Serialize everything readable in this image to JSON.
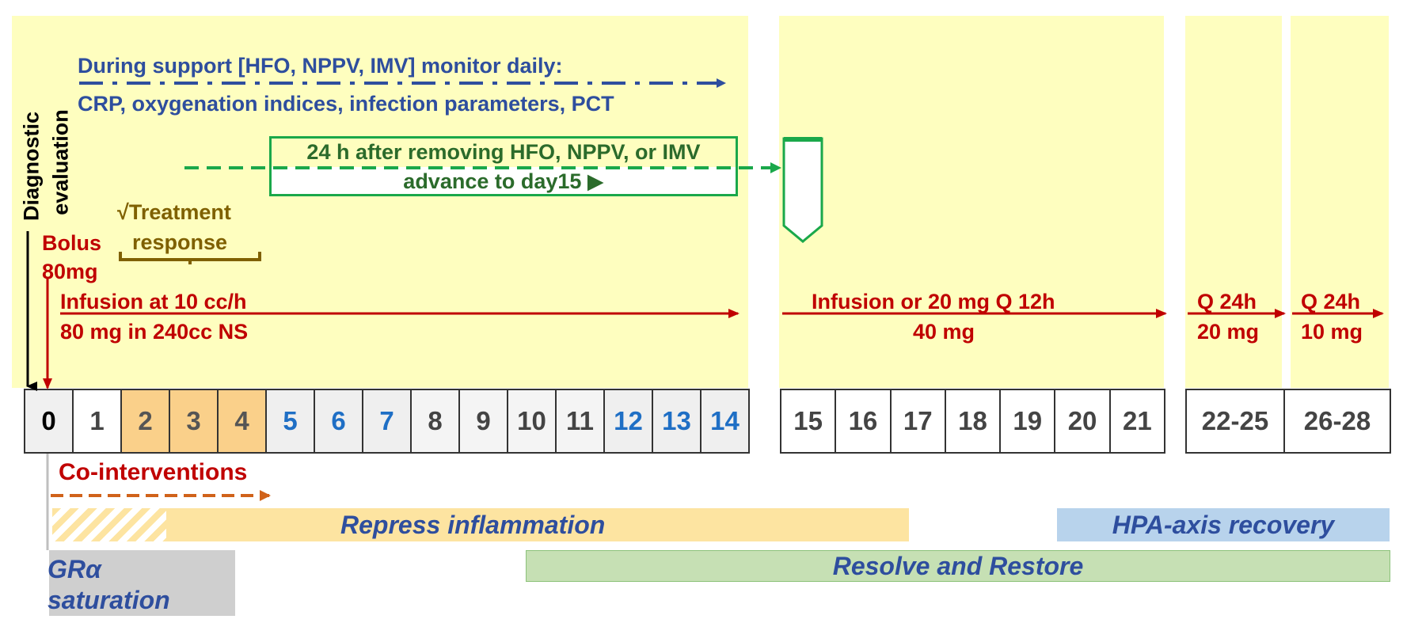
{
  "top_label": {
    "monitor_line1": "During support [HFO, NPPV, IMV] monitor daily:",
    "monitor_line2": "CRP, oxygenation indices, infection parameters, PCT"
  },
  "green_box": {
    "line1": "24 h after removing HFO, NPPV, or IMV",
    "line2": "advance to day15 ▶",
    "day_tag": "day15"
  },
  "diagnostic": {
    "line1": "Diagnostic",
    "line2": "evaluation"
  },
  "treatment_response": {
    "line1": "√Treatment",
    "line2": "response"
  },
  "bolus": {
    "line1": "Bolus",
    "line2": "80mg"
  },
  "phases": [
    {
      "line1": "Infusion at 10 cc/h",
      "line2": "80 mg in 240cc NS"
    },
    {
      "line1": "Infusion or 20 mg Q 12h",
      "line2": "40 mg"
    },
    {
      "line1": "Q 24h",
      "line2": "20 mg"
    },
    {
      "line1": "Q 24h",
      "line2": "10 mg"
    }
  ],
  "days": [
    {
      "label": "0",
      "style": "zero"
    },
    {
      "label": "1",
      "style": "plain"
    },
    {
      "label": "2",
      "style": "orange"
    },
    {
      "label": "3",
      "style": "orange"
    },
    {
      "label": "4",
      "style": "orange"
    },
    {
      "label": "5",
      "style": "blue"
    },
    {
      "label": "6",
      "style": "blue"
    },
    {
      "label": "7",
      "style": "blue"
    },
    {
      "label": "8",
      "style": "gray"
    },
    {
      "label": "9",
      "style": "gray"
    },
    {
      "label": "10",
      "style": "gray"
    },
    {
      "label": "11",
      "style": "gray"
    },
    {
      "label": "12",
      "style": "blue"
    },
    {
      "label": "13",
      "style": "blue"
    },
    {
      "label": "14",
      "style": "blue"
    },
    {
      "label": "15",
      "style": "plain"
    },
    {
      "label": "16",
      "style": "plain"
    },
    {
      "label": "17",
      "style": "plain"
    },
    {
      "label": "18",
      "style": "plain"
    },
    {
      "label": "19",
      "style": "plain"
    },
    {
      "label": "20",
      "style": "plain"
    },
    {
      "label": "21",
      "style": "plain"
    },
    {
      "label": "22-25",
      "style": "plain"
    },
    {
      "label": "26-28",
      "style": "plain"
    }
  ],
  "co_interventions": "Co-interventions",
  "bands": {
    "repress": "Repress inflammation",
    "hpa": "HPA-axis recovery",
    "resolve": "Resolve and Restore",
    "gr_line1": "GRα",
    "gr_line2": "saturation"
  },
  "colors": {
    "panel": "#fefebf",
    "blue_text": "#2e4e9e",
    "red_text": "#c00000",
    "green": "#1aa84a",
    "orange_cell": "#fad08a",
    "repress_band": "#fde4a1",
    "hpa_band": "#b8d3ec",
    "resolve_band": "#c6e0b4",
    "gr_band": "#cfcfcf"
  }
}
